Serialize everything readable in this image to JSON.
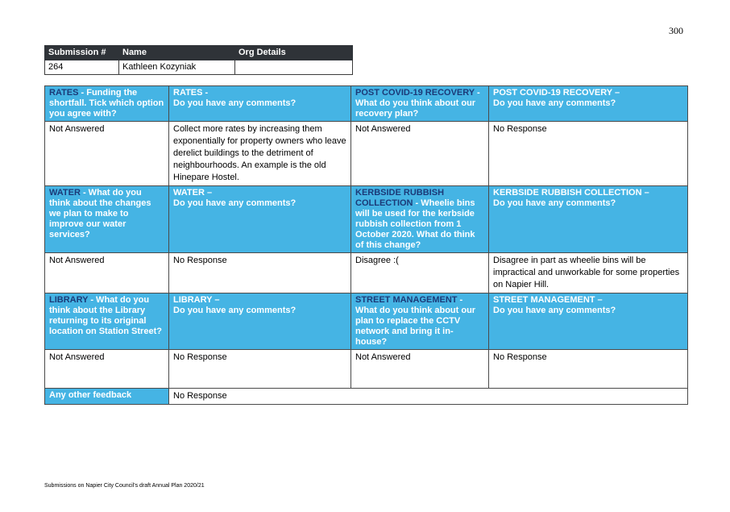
{
  "page_number": "300",
  "submission": {
    "headers": [
      "Submission #",
      "Name",
      "Org Details"
    ],
    "values": [
      "264",
      "Kathleen Kozyniak",
      ""
    ]
  },
  "rows": [
    {
      "questions": [
        {
          "lead": "RATES",
          "rest": " - Funding the shortfall. Tick which option you agree with?"
        },
        {
          "lead": "",
          "rest": "RATES -\nDo you have any comments?"
        },
        {
          "lead": "POST COVID-19 RECOVERY",
          "rest": " - What do you think about our recovery plan?"
        },
        {
          "lead": "",
          "rest": "POST COVID-19 RECOVERY –\nDo you have any comments?"
        }
      ],
      "answers": [
        "Not Answered",
        "Collect more rates by increasing them exponentially for property owners who leave derelict buildings to the detriment of neighbourhoods.  An example is the old Hinepare Hostel.",
        "Not Answered",
        "No Response"
      ]
    },
    {
      "questions": [
        {
          "lead": "WATER",
          "rest": " - What do you think about the changes we plan to make to improve our water services?"
        },
        {
          "lead": "",
          "rest": "WATER –\nDo you have any comments?"
        },
        {
          "lead": "KERBSIDE RUBBISH COLLECTION",
          "rest": " - Wheelie bins will be used for the kerbside rubbish collection from 1 October 2020. What do think of this change?"
        },
        {
          "lead": "",
          "rest": "KERBSIDE RUBBISH COLLECTION –\nDo you have any comments?"
        }
      ],
      "answers": [
        "Not Answered",
        "No Response",
        "Disagree :(",
        "Disagree in part as wheelie bins will be impractical and unworkable for some properties on Napier Hill."
      ]
    },
    {
      "questions": [
        {
          "lead": "LIBRARY",
          "rest": " - What do you think about the Library returning to its original location on Station Street?"
        },
        {
          "lead": "",
          "rest": "LIBRARY –\nDo you have any comments?"
        },
        {
          "lead": "STREET MANAGEMENT",
          "rest": " - What do you think about our plan to replace the CCTV network and bring it in-house?"
        },
        {
          "lead": "",
          "rest": "STREET MANAGEMENT –\nDo you have any comments?"
        }
      ],
      "answers": [
        "Not Answered",
        "No Response",
        "Not Answered",
        "No Response"
      ]
    }
  ],
  "other_feedback": {
    "label": "Any other feedback",
    "value": "No Response"
  },
  "footer": "Submissions on Napier City Council's draft Annual Plan 2020/21"
}
